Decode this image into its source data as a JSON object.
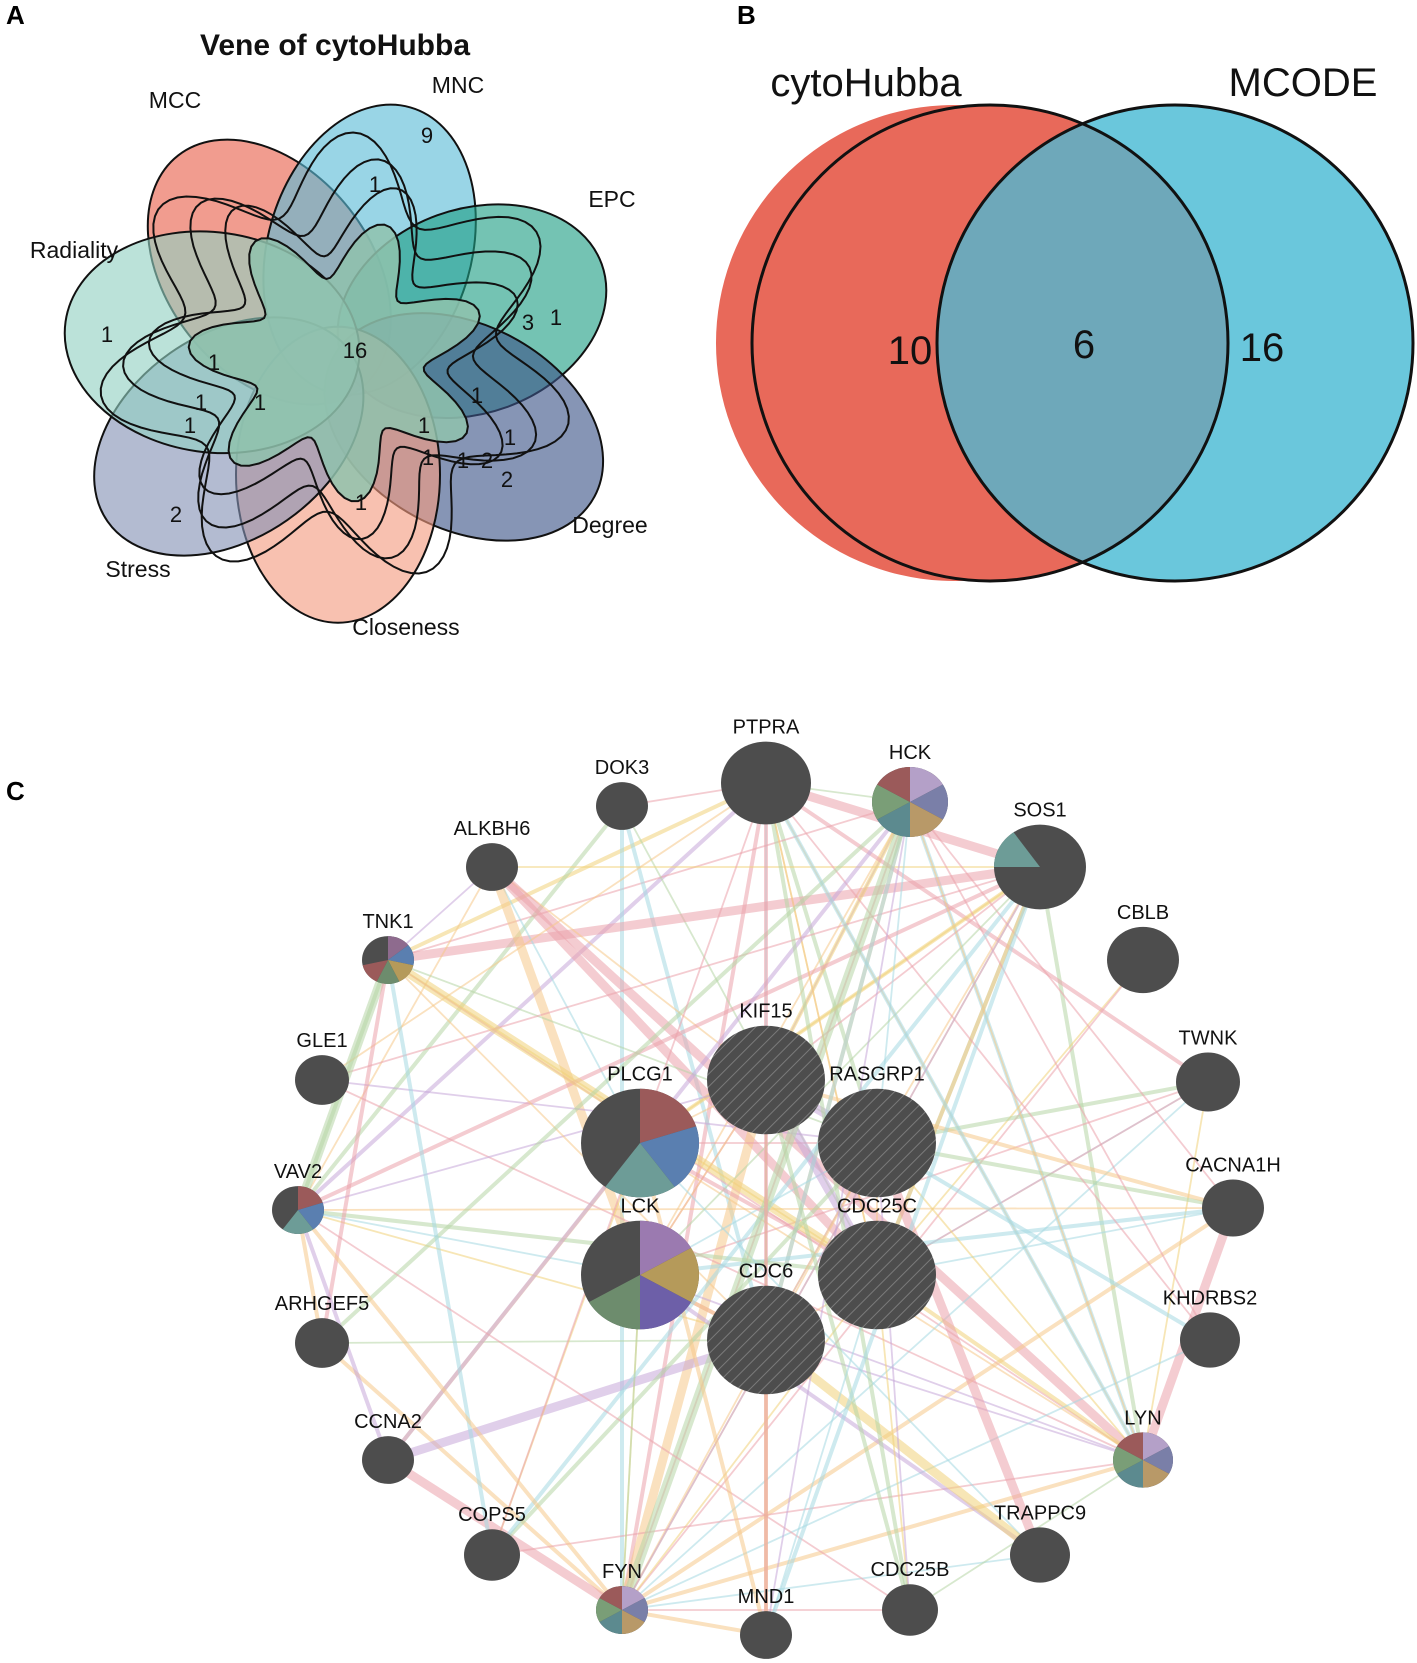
{
  "panels": {
    "a": "A",
    "b": "B",
    "c": "C"
  },
  "panel_a": {
    "title": "Vene of cytoHubba",
    "sets": [
      {
        "name": "MCC",
        "color": "#e8604a"
      },
      {
        "name": "MNC",
        "color": "#5bbcd6"
      },
      {
        "name": "EPC",
        "color": "#1e9e84"
      },
      {
        "name": "Degree",
        "color": "#3c5488"
      },
      {
        "name": "Closeness",
        "color": "#f39b7f"
      },
      {
        "name": "Stress",
        "color": "#8491b4"
      },
      {
        "name": "Radiality",
        "color": "#91d1c2"
      }
    ],
    "region_counts": [
      "9",
      "1",
      "1",
      "3",
      "1",
      "1",
      "1",
      "1",
      "2",
      "2",
      "1",
      "1",
      "1",
      "1",
      "1",
      "2",
      "1",
      "1",
      "3",
      "2",
      "1",
      "16"
    ]
  },
  "panel_b": {
    "sets": [
      {
        "name": "cytoHubba",
        "only": "10",
        "color": "#e8695a"
      },
      {
        "name": "MCODE",
        "only": "16",
        "color": "#6ac7dc"
      }
    ],
    "overlap": "6",
    "overlap_color": "#6ea8ba"
  },
  "panel_c": {
    "nodes": [
      {
        "id": "PTPRA",
        "label": "PTPRA"
      },
      {
        "id": "HCK",
        "label": "HCK"
      },
      {
        "id": "DOK3",
        "label": "DOK3"
      },
      {
        "id": "SOS1",
        "label": "SOS1"
      },
      {
        "id": "ALKBH6",
        "label": "ALKBH6"
      },
      {
        "id": "CBLB",
        "label": "CBLB"
      },
      {
        "id": "TNK1",
        "label": "TNK1"
      },
      {
        "id": "KIF15",
        "label": "KIF15"
      },
      {
        "id": "TWNK",
        "label": "TWNK"
      },
      {
        "id": "GLE1",
        "label": "GLE1"
      },
      {
        "id": "PLCG1",
        "label": "PLCG1"
      },
      {
        "id": "RASGRP1",
        "label": "RASGRP1"
      },
      {
        "id": "CACNA1H",
        "label": "CACNA1H"
      },
      {
        "id": "VAV2",
        "label": "VAV2"
      },
      {
        "id": "LCK",
        "label": "LCK"
      },
      {
        "id": "CDC25C",
        "label": "CDC25C"
      },
      {
        "id": "CDC6",
        "label": "CDC6"
      },
      {
        "id": "KHDRBS2",
        "label": "KHDRBS2"
      },
      {
        "id": "ARHGEF5",
        "label": "ARHGEF5"
      },
      {
        "id": "CCNA2",
        "label": "CCNA2"
      },
      {
        "id": "LYN",
        "label": "LYN"
      },
      {
        "id": "COPS5",
        "label": "COPS5"
      },
      {
        "id": "TRAPPC9",
        "label": "TRAPPC9"
      },
      {
        "id": "FYN",
        "label": "FYN"
      },
      {
        "id": "CDC25B",
        "label": "CDC25B"
      },
      {
        "id": "MND1",
        "label": "MND1"
      }
    ],
    "node_color": "#4d4d4d",
    "edge_colors": [
      "#f6c98a",
      "#a6d9e2",
      "#eba3ab",
      "#c7a8d8",
      "#b6d6a6",
      "#f0d27a"
    ]
  }
}
